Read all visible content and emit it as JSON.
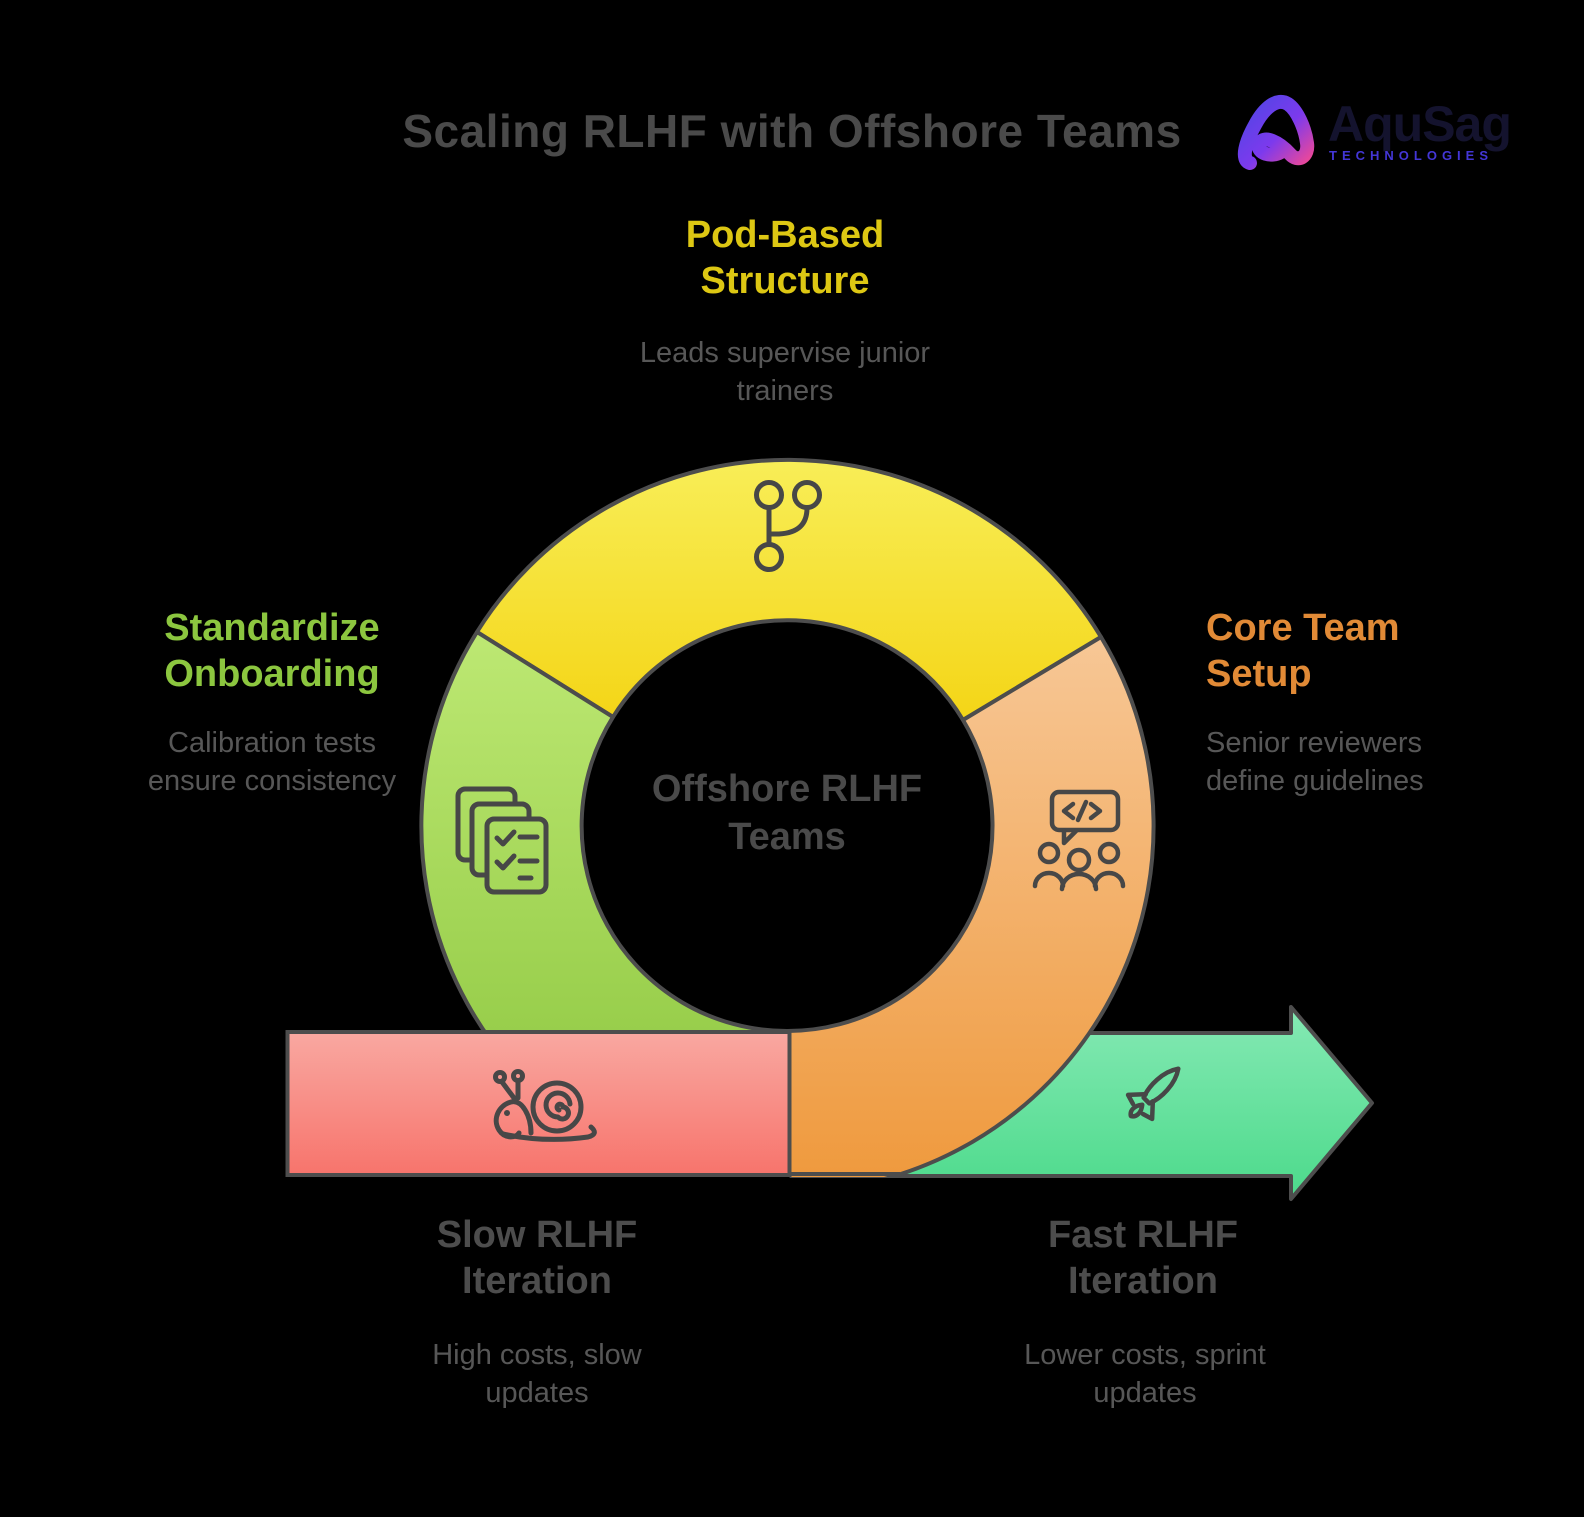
{
  "header": {
    "title": "Scaling RLHF with Offshore Teams",
    "logo": {
      "name": "AquSag",
      "subtitle": "TECHNOLOGIES"
    }
  },
  "center_label": "Offshore RLHF Teams",
  "nodes": {
    "top": {
      "title": "Pod-Based Structure",
      "desc": "Leads supervise junior trainers",
      "color": "#ddc713",
      "icon": "git-branch-icon"
    },
    "left": {
      "title": "Standardize Onboarding",
      "desc": "Calibration tests ensure consistency",
      "color": "#8cc63f",
      "icon": "checklist-icon"
    },
    "right": {
      "title": "Core Team Setup",
      "desc": "Senior reviewers define guidelines",
      "color": "#e18a36",
      "icon": "team-code-icon"
    },
    "bottom_left": {
      "title": "Slow RLHF Iteration",
      "desc": "High costs, slow updates",
      "color": "#4d4d4d",
      "icon": "snail-icon"
    },
    "bottom_right": {
      "title": "Fast RLHF Iteration",
      "desc": "Lower costs, sprint updates",
      "color": "#4d4d4d",
      "icon": "rocket-icon"
    }
  },
  "palette": {
    "segment_yellow": "#f5d816",
    "segment_green": "#8cc63e",
    "segment_orange": "#f09d44",
    "bar_red": "#f7756c",
    "arrow_teal": "#4cda8b",
    "outline": "#4d4d4d",
    "background": "#000000",
    "logo_purple": "#4336d6"
  }
}
